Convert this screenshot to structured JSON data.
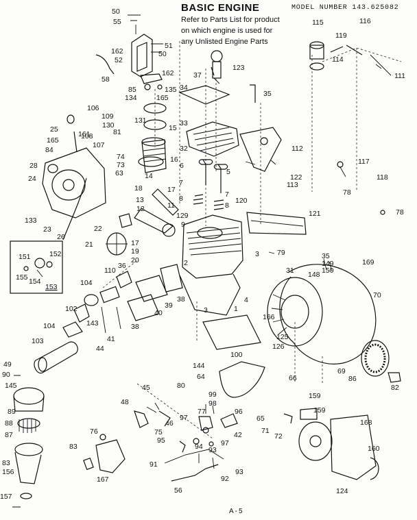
{
  "header": {
    "title": "BASIC ENGINE",
    "model_number": "MODEL NUMBER 143.625082",
    "note_lines": [
      "Refer to Parts List for product",
      "on which engine is used for",
      "any Unlisted Engine Parts"
    ]
  },
  "page_number": "A-5",
  "callouts": [
    {
      "label": "50"
    },
    {
      "label": "55"
    },
    {
      "label": "51"
    },
    {
      "label": "50"
    },
    {
      "label": "162"
    },
    {
      "label": "52"
    },
    {
      "label": "58"
    },
    {
      "label": "162"
    },
    {
      "label": "85"
    },
    {
      "label": "134"
    },
    {
      "label": "135"
    },
    {
      "label": "165"
    },
    {
      "label": "123"
    },
    {
      "label": "37"
    },
    {
      "label": "34"
    },
    {
      "label": "35"
    },
    {
      "label": "115"
    },
    {
      "label": "119"
    },
    {
      "label": "116"
    },
    {
      "label": "114"
    },
    {
      "label": "111"
    },
    {
      "label": "106"
    },
    {
      "label": "109"
    },
    {
      "label": "131"
    },
    {
      "label": "15"
    },
    {
      "label": "33"
    },
    {
      "label": "130"
    },
    {
      "label": "108"
    },
    {
      "label": "81"
    },
    {
      "label": "107"
    },
    {
      "label": "25"
    },
    {
      "label": "165"
    },
    {
      "label": "84"
    },
    {
      "label": "28"
    },
    {
      "label": "161"
    },
    {
      "label": "74"
    },
    {
      "label": "73"
    },
    {
      "label": "63"
    },
    {
      "label": "24"
    },
    {
      "label": "14"
    },
    {
      "label": "16"
    },
    {
      "label": "32"
    },
    {
      "label": "6"
    },
    {
      "label": "5"
    },
    {
      "label": "112"
    },
    {
      "label": "122"
    },
    {
      "label": "113"
    },
    {
      "label": "117"
    },
    {
      "label": "118"
    },
    {
      "label": "78"
    },
    {
      "label": "18"
    },
    {
      "label": "17"
    },
    {
      "label": "7"
    },
    {
      "label": "8"
    },
    {
      "label": "7"
    },
    {
      "label": "8"
    },
    {
      "label": "120"
    },
    {
      "label": "121"
    },
    {
      "label": "78"
    },
    {
      "label": "133"
    },
    {
      "label": "13"
    },
    {
      "label": "11"
    },
    {
      "label": "12"
    },
    {
      "label": "129"
    },
    {
      "label": "9"
    },
    {
      "label": "23"
    },
    {
      "label": "22"
    },
    {
      "label": "26"
    },
    {
      "label": "21"
    },
    {
      "label": "17"
    },
    {
      "label": "19"
    },
    {
      "label": "20"
    },
    {
      "label": "151"
    },
    {
      "label": "152"
    },
    {
      "label": "155"
    },
    {
      "label": "154"
    },
    {
      "label": "153"
    },
    {
      "label": "36"
    },
    {
      "label": "2"
    },
    {
      "label": "3"
    },
    {
      "label": "79"
    },
    {
      "label": "35"
    },
    {
      "label": "149"
    },
    {
      "label": "150"
    },
    {
      "label": "169"
    },
    {
      "label": "31"
    },
    {
      "label": "148"
    },
    {
      "label": "110"
    },
    {
      "label": "104"
    },
    {
      "label": "40"
    },
    {
      "label": "39"
    },
    {
      "label": "38"
    },
    {
      "label": "4"
    },
    {
      "label": "70"
    },
    {
      "label": "102"
    },
    {
      "label": "143"
    },
    {
      "label": "3"
    },
    {
      "label": "1"
    },
    {
      "label": "166"
    },
    {
      "label": "104"
    },
    {
      "label": "38"
    },
    {
      "label": "41"
    },
    {
      "label": "44"
    },
    {
      "label": "125"
    },
    {
      "label": "103"
    },
    {
      "label": "126"
    },
    {
      "label": "100"
    },
    {
      "label": "144"
    },
    {
      "label": "49"
    },
    {
      "label": "90"
    },
    {
      "label": "69"
    },
    {
      "label": "64"
    },
    {
      "label": "66"
    },
    {
      "label": "86"
    },
    {
      "label": "82"
    },
    {
      "label": "145"
    },
    {
      "label": "45"
    },
    {
      "label": "80"
    },
    {
      "label": "99"
    },
    {
      "label": "48"
    },
    {
      "label": "98"
    },
    {
      "label": "89"
    },
    {
      "label": "46"
    },
    {
      "label": "96"
    },
    {
      "label": "77"
    },
    {
      "label": "65"
    },
    {
      "label": "159"
    },
    {
      "label": "97"
    },
    {
      "label": "159"
    },
    {
      "label": "168"
    },
    {
      "label": "88"
    },
    {
      "label": "75"
    },
    {
      "label": "76"
    },
    {
      "label": "42"
    },
    {
      "label": "71"
    },
    {
      "label": "72"
    },
    {
      "label": "87"
    },
    {
      "label": "95"
    },
    {
      "label": "94"
    },
    {
      "label": "97"
    },
    {
      "label": "83"
    },
    {
      "label": "93"
    },
    {
      "label": "160"
    },
    {
      "label": "83"
    },
    {
      "label": "156"
    },
    {
      "label": "91"
    },
    {
      "label": "92"
    },
    {
      "label": "93"
    },
    {
      "label": "167"
    },
    {
      "label": "56"
    },
    {
      "label": "124"
    },
    {
      "label": "157"
    }
  ]
}
